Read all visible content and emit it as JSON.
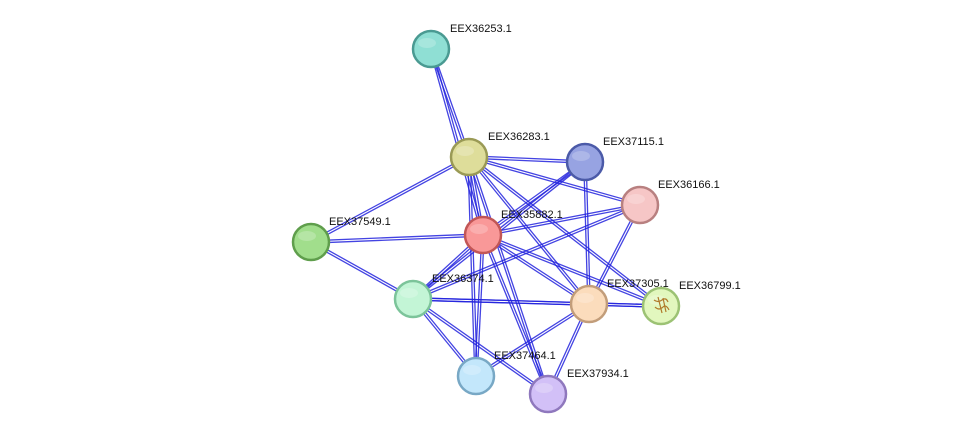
{
  "nodes": [
    {
      "id": "EEX36253",
      "label": "EEX36253.1",
      "fill": "#8fdfd4",
      "stroke": "#4a9a92"
    },
    {
      "id": "EEX36283",
      "label": "EEX36283.1",
      "fill": "#dedd9a",
      "stroke": "#9a9a55"
    },
    {
      "id": "EEX37115",
      "label": "EEX37115.1",
      "fill": "#97a3e2",
      "stroke": "#4b5aa8"
    },
    {
      "id": "EEX36166",
      "label": "EEX36166.1",
      "fill": "#f6c6c6",
      "stroke": "#b88080"
    },
    {
      "id": "EEX37549",
      "label": "EEX37549.1",
      "fill": "#a1de8c",
      "stroke": "#5f9e4c"
    },
    {
      "id": "EEX35882",
      "label": "EEX35882.1",
      "fill": "#f99898",
      "stroke": "#c25656"
    },
    {
      "id": "EEX36374",
      "label": "EEX36374.1",
      "fill": "#c3f5d6",
      "stroke": "#7cc49a"
    },
    {
      "id": "EEX37305",
      "label": "EEX37305.1",
      "fill": "#fbdcbc",
      "stroke": "#c29d7a"
    },
    {
      "id": "EEX36799",
      "label": "EEX36799.1",
      "fill": "#e2f7be",
      "stroke": "#9cc274"
    },
    {
      "id": "EEX37464",
      "label": "EEX37464.1",
      "fill": "#c3e7fb",
      "stroke": "#78a8c5"
    },
    {
      "id": "EEX37934",
      "label": "EEX37934.1",
      "fill": "#d2c0f7",
      "stroke": "#8f78bd"
    }
  ],
  "edges": [
    [
      "EEX36253",
      "EEX36283"
    ],
    [
      "EEX36253",
      "EEX35882"
    ],
    [
      "EEX36283",
      "EEX35882"
    ],
    [
      "EEX36283",
      "EEX37549"
    ],
    [
      "EEX36283",
      "EEX37115"
    ],
    [
      "EEX36283",
      "EEX36166"
    ],
    [
      "EEX36283",
      "EEX37305"
    ],
    [
      "EEX36283",
      "EEX36799"
    ],
    [
      "EEX36283",
      "EEX37464"
    ],
    [
      "EEX36283",
      "EEX37934"
    ],
    [
      "EEX37115",
      "EEX35882"
    ],
    [
      "EEX37115",
      "EEX36374"
    ],
    [
      "EEX37115",
      "EEX37305"
    ],
    [
      "EEX36166",
      "EEX35882"
    ],
    [
      "EEX36166",
      "EEX36374"
    ],
    [
      "EEX36166",
      "EEX37305"
    ],
    [
      "EEX37549",
      "EEX35882"
    ],
    [
      "EEX37549",
      "EEX36374"
    ],
    [
      "EEX35882",
      "EEX36374"
    ],
    [
      "EEX35882",
      "EEX37305"
    ],
    [
      "EEX35882",
      "EEX36799"
    ],
    [
      "EEX35882",
      "EEX37464"
    ],
    [
      "EEX35882",
      "EEX37934"
    ],
    [
      "EEX36374",
      "EEX37305"
    ],
    [
      "EEX36374",
      "EEX36799"
    ],
    [
      "EEX36374",
      "EEX37464"
    ],
    [
      "EEX36374",
      "EEX37934"
    ],
    [
      "EEX37305",
      "EEX36799"
    ],
    [
      "EEX37305",
      "EEX37464"
    ],
    [
      "EEX37305",
      "EEX37934"
    ]
  ]
}
